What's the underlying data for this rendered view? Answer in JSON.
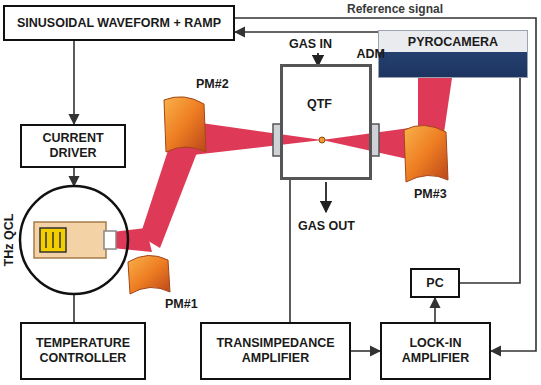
{
  "diagram": {
    "nodes": [
      {
        "text": [
          "SINUSOIDAL WAVEFORM + RAMP"
        ]
      },
      {
        "text": [
          "PYROCAMERA"
        ]
      },
      {
        "text": [
          "ADM"
        ]
      },
      {
        "text": [
          "CURRENT DRIVER"
        ]
      },
      {
        "text": [
          "THz QCL"
        ]
      },
      {
        "text": [
          "PC"
        ]
      },
      {
        "text": [
          "TEMPERATURE CONTROLLER"
        ]
      },
      {
        "text": [
          "TRANSIMPEDANCE AMPLIFIER"
        ]
      },
      {
        "text": [
          "LOCK-IN AMPLIFIER"
        ]
      }
    ],
    "edges": [
      {
        "from": 0,
        "to": 3,
        "arrow": "to"
      },
      {
        "from": 3,
        "to": 4,
        "arrow": "to"
      },
      {
        "from": 6,
        "to": 4,
        "arrow": "none"
      },
      {
        "from": 2,
        "to": 7,
        "arrow": "none"
      },
      {
        "from": 7,
        "to": 8,
        "arrow": "to"
      },
      {
        "from": 8,
        "to": 5,
        "arrow": "to"
      },
      {
        "from": 5,
        "to": 0,
        "arrow": "to"
      },
      {
        "from": 0,
        "to": 8,
        "label": "Reference signal",
        "arrow": "to"
      }
    ],
    "labels": [
      "GAS IN",
      "GAS OUT",
      "QTF",
      "PM#2",
      "PM#1",
      "PM#3"
    ]
  }
}
